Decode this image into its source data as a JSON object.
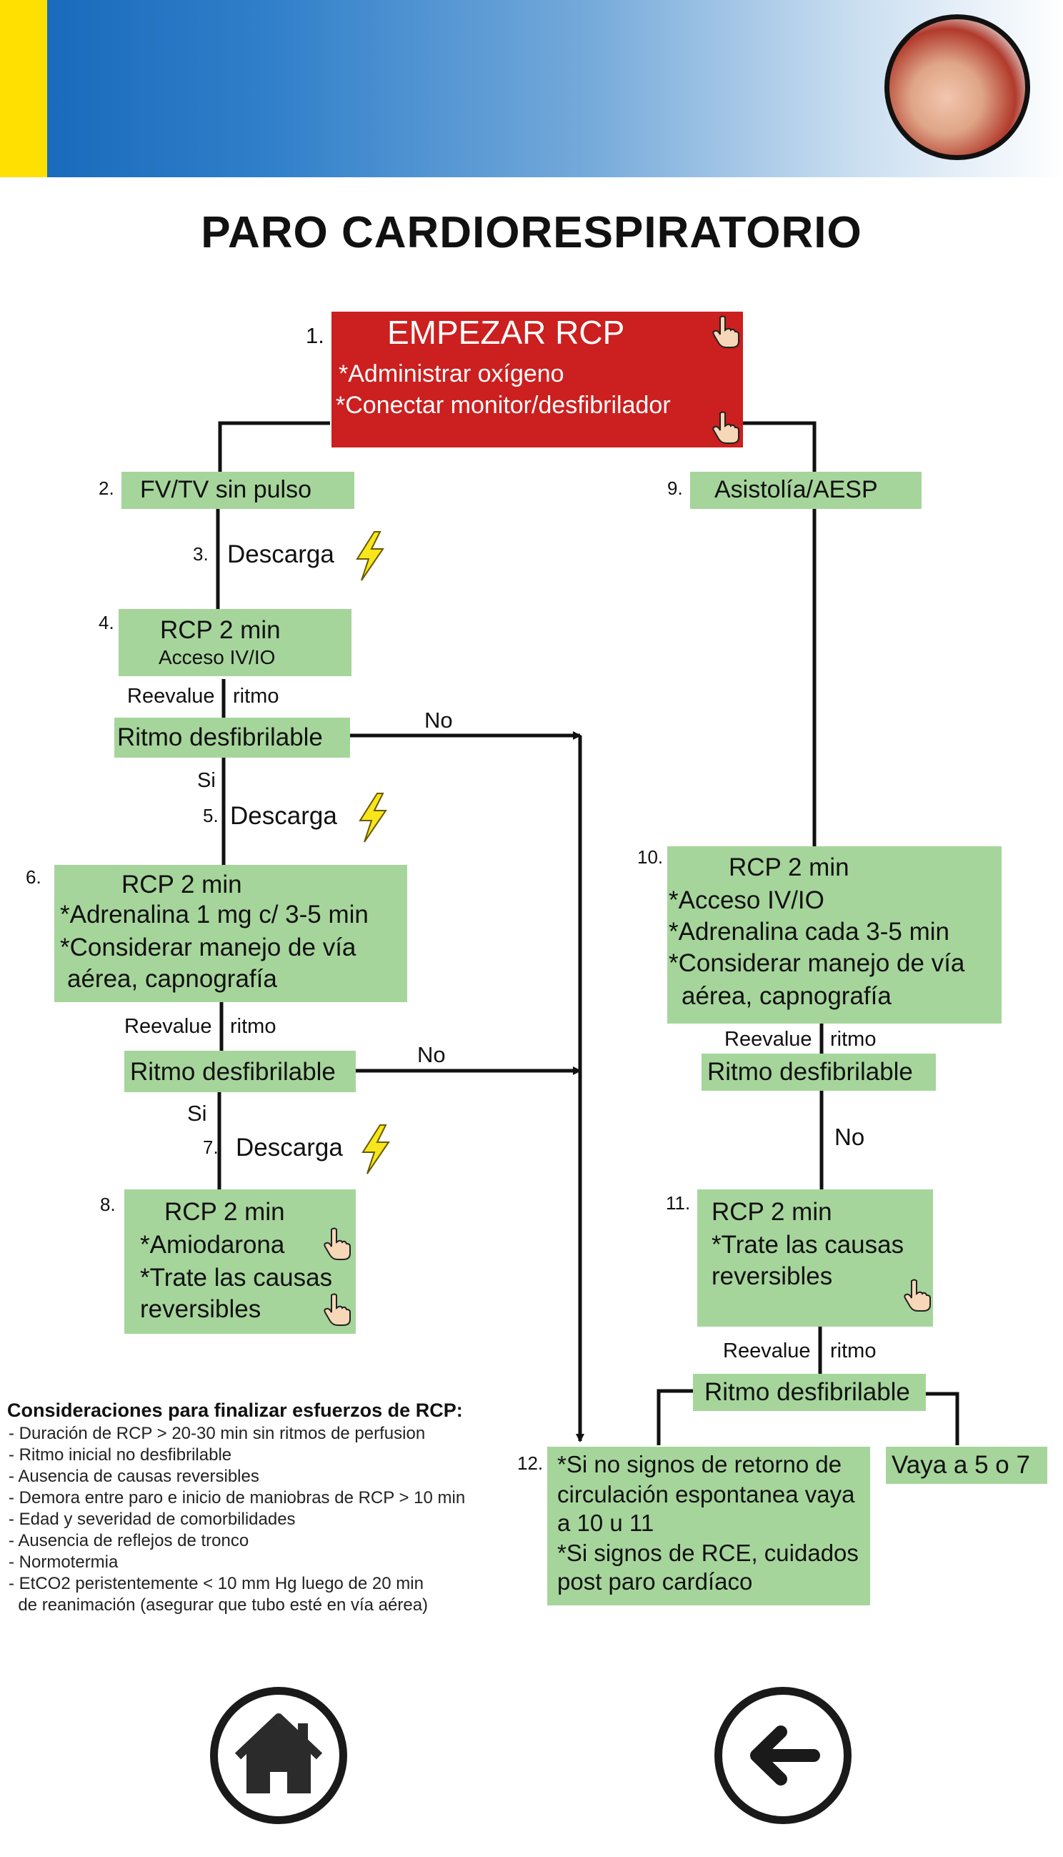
{
  "header": {
    "title": "PARO CARDIORESPIRATORIO"
  },
  "flow": {
    "n1": {
      "num": "1.",
      "title": "EMPEZAR RCP",
      "line1": "*Administrar oxígeno",
      "line2": "*Conectar monitor/desfibrilador"
    },
    "n2": {
      "num": "2.",
      "text": "FV/TV sin pulso"
    },
    "n3": {
      "num": "3.",
      "text": "Descarga"
    },
    "n4": {
      "num": "4.",
      "title": "RCP 2 min",
      "line1": "Acceso IV/IO"
    },
    "reev1": {
      "a": "Reevalue",
      "b": "ritmo"
    },
    "rd1": {
      "text": "Ritmo desfibrilable"
    },
    "no1": "No",
    "si1": "Si",
    "n5": {
      "num": "5.",
      "text": "Descarga"
    },
    "n6": {
      "num": "6.",
      "title": "RCP 2 min",
      "line1": "*Adrenalina 1 mg c/ 3-5 min",
      "line2": "*Considerar manejo de vía",
      "line3": "aérea, capnografía"
    },
    "reev2": {
      "a": "Reevalue",
      "b": "ritmo"
    },
    "rd2": {
      "text": "Ritmo desfibrilable"
    },
    "no2": "No",
    "si2": "Si",
    "n7": {
      "num": "7.",
      "text": "Descarga"
    },
    "n8": {
      "num": "8.",
      "title": "RCP 2 min",
      "line1": "*Amiodarona",
      "line2": "*Trate las causas",
      "line3": "reversibles"
    },
    "n9": {
      "num": "9.",
      "text": "Asistolía/AESP"
    },
    "n10": {
      "num": "10.",
      "title": "RCP 2 min",
      "line1": "*Acceso IV/IO",
      "line2": "*Adrenalina cada 3-5 min",
      "line3": "*Considerar manejo de vía",
      "line4": "aérea, capnografía"
    },
    "reev3": {
      "a": "Reevalue",
      "b": "ritmo"
    },
    "rd3": {
      "text": "Ritmo desfibrilable"
    },
    "no3": "No",
    "n11": {
      "num": "11.",
      "title": "RCP 2 min",
      "line1": "*Trate las causas",
      "line2": "reversibles"
    },
    "reev4": {
      "a": "Reevalue",
      "b": "ritmo"
    },
    "rd4": {
      "text": "Ritmo desfibrilable"
    },
    "n12": {
      "num": "12.",
      "line1": "*Si no signos de retorno de",
      "line2": "circulación espontanea vaya",
      "line3": "a 10 u 11",
      "line4": "*Si signos de RCE, cuidados",
      "line5": "post paro cardíaco"
    },
    "goto": {
      "text": "Vaya a 5 o 7"
    }
  },
  "considerations": {
    "title": "Consideraciones para finalizar esfuerzos de RCP:",
    "items": [
      "- Duración de RCP > 20-30 min sin ritmos de perfusion",
      "- Ritmo inicial no desfibrilable",
      "- Ausencia de causas reversibles",
      "- Demora entre paro e inicio de maniobras de RCP > 10 min",
      "- Edad y severidad de comorbilidades",
      "- Ausencia de reflejos de tronco",
      "- Normotermia",
      "- EtCO2 peristentemente < 10 mm Hg luego de 20 min",
      "  de reanimación (asegurar que tubo esté en vía aérea)"
    ]
  },
  "icons": {
    "shock": "lightning-bolt-icon",
    "info": "pointing-hand-icon",
    "home": "home-icon",
    "back": "back-arrow-icon"
  },
  "colors": {
    "accent_red": "#cc1f1f",
    "box_green": "#a6d59b",
    "header_blue": "#1566b8",
    "stripe_yellow": "#ffe000"
  }
}
